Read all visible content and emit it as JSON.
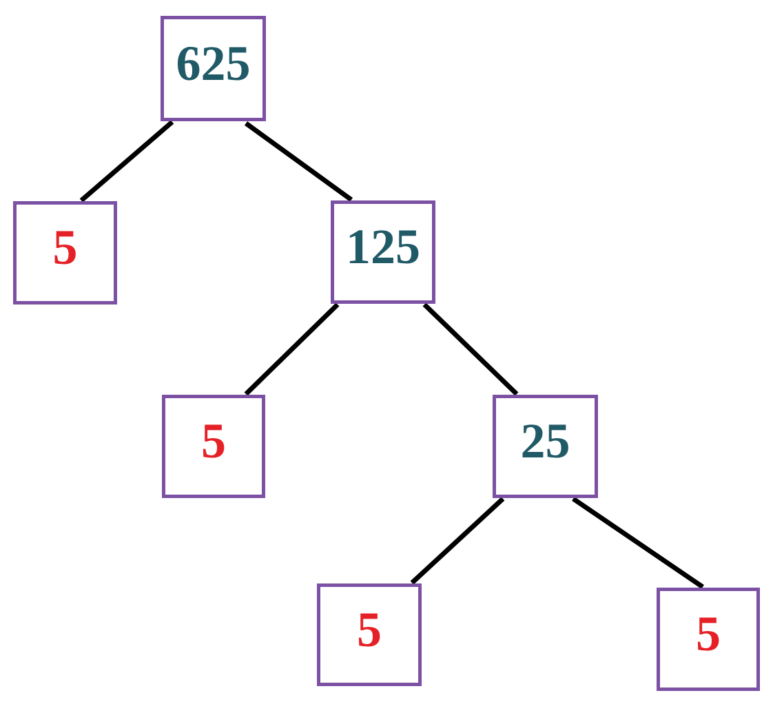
{
  "diagram": {
    "type": "factor-tree",
    "colors": {
      "box_border": "#7c51a4",
      "composite_number": "#215a67",
      "prime_number": "#e52127",
      "edge_line": "#000000",
      "background": "#ffffff"
    },
    "nodes": [
      {
        "value": "625",
        "role": "composite",
        "color": "#215a67"
      },
      {
        "value": "5",
        "role": "prime",
        "color": "#e52127"
      },
      {
        "value": "125",
        "role": "composite",
        "color": "#215a67"
      },
      {
        "value": "5",
        "role": "prime",
        "color": "#e52127"
      },
      {
        "value": "25",
        "role": "composite",
        "color": "#215a67"
      },
      {
        "value": "5",
        "role": "prime",
        "color": "#e52127"
      },
      {
        "value": "5",
        "role": "prime",
        "color": "#e52127"
      }
    ],
    "edges": [
      {
        "from": "625",
        "to": "5"
      },
      {
        "from": "625",
        "to": "125"
      },
      {
        "from": "125",
        "to": "5"
      },
      {
        "from": "125",
        "to": "25"
      },
      {
        "from": "25",
        "to": "5"
      },
      {
        "from": "25",
        "to": "5"
      }
    ]
  }
}
